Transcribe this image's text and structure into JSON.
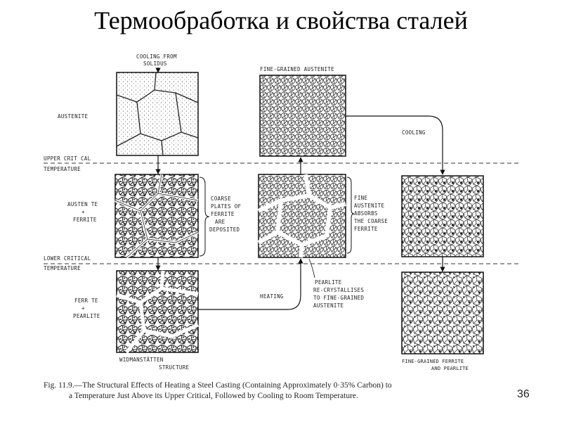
{
  "slide": {
    "title": "Термообработка и свойства сталей",
    "page_number": "36"
  },
  "diagram": {
    "temp_lines": {
      "upper_1": "UPPER CRIT CAL",
      "upper_2": "TEMPERATURE",
      "lower_1": "LOWER CRITICAL",
      "lower_2": "TEMPERATURE"
    },
    "phase_labels": {
      "austenite": "AUSTENITE",
      "austenite_ferrite_1": "AUSTEN TE",
      "austenite_ferrite_2": "+",
      "austenite_ferrite_3": "FERRITE",
      "ferrite_pearlite_1": "FERR TE",
      "ferrite_pearlite_2": "+",
      "ferrite_pearlite_3": "PEARLITE"
    },
    "annotations": {
      "cooling_from_solidus_1": "COOLING FROM",
      "cooling_from_solidus_2": "SOLIDUS",
      "fine_grained_austenite": "FINE-GRAINED AUSTENITE",
      "cooling": "COOLING",
      "coarse_plates_1": "COARSE",
      "coarse_plates_2": "PLATES OF",
      "coarse_plates_3": "FERRITE",
      "coarse_plates_4": "ARE",
      "coarse_plates_5": "DEPOSITED",
      "fine_absorbs_1": "FINE",
      "fine_absorbs_2": "AUSTENITE",
      "fine_absorbs_3": "ABSORBS",
      "fine_absorbs_4": "THE COARSE",
      "fine_absorbs_5": "FERRITE",
      "pearlite_recryst_1": "PEARLITE",
      "pearlite_recryst_2": "RE-CRYSTALLISES",
      "pearlite_recryst_3": "TO FINE-GRAINED",
      "pearlite_recryst_4": "AUSTENITE",
      "heating": "HEATING",
      "widmanstatten_1": "WIDMANSTÄTTEN",
      "widmanstatten_2": "STRUCTURE",
      "fine_ferrite_pearlite_1": "FINE-GRAINED FERRITE",
      "fine_ferrite_pearlite_2": "AND PEARLITE"
    },
    "caption_line1": "Fig. 11.9.—The Structural Effects of Heating a Steel Casting (Containing Approximately 0·35% Carbon) to",
    "caption_line2": "a Temperature Just Above its Upper Critical, Followed by Cooling to Room Temperature."
  }
}
